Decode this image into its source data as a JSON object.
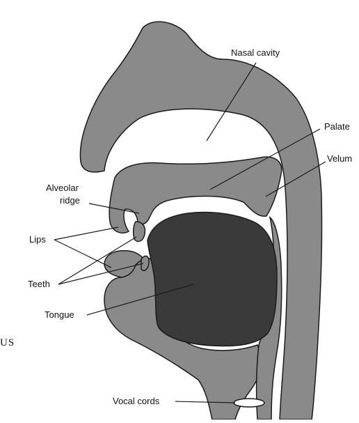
{
  "diagram": {
    "labels": {
      "nasal_cavity": "Nasal cavity",
      "palate": "Palate",
      "velum": "Velum",
      "alveolar_ridge_line1": "Alveolar",
      "alveolar_ridge_line2": "ridge",
      "lips": "Lips",
      "teeth": "Teeth",
      "tongue": "Tongue",
      "vocal_cords": "Vocal cords"
    },
    "margin_fragment": "US"
  },
  "colors": {
    "tissue_fill": "#8a8a8a",
    "tongue_fill": "#3a3a3a",
    "outline": "#1a1a1a",
    "cavity": "#ffffff"
  }
}
